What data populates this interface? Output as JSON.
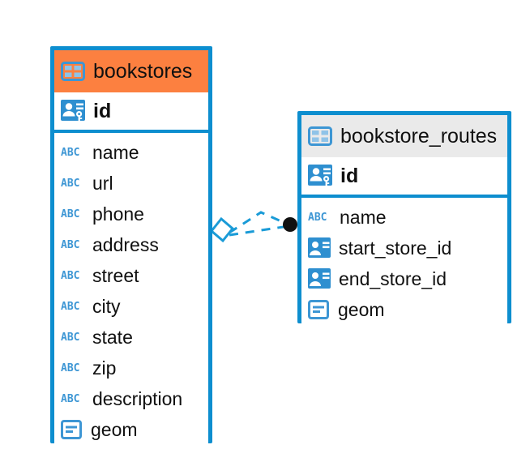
{
  "diagram": {
    "type": "entity-relationship-diagram",
    "colors": {
      "border": "#0d8ecf",
      "header_accent": "#fc8040",
      "header_neutral": "#eaeaea",
      "icon_blue": "#3d96d4",
      "text": "#101010",
      "connector": "#1a9bd7",
      "connector_endpoint": "#111111",
      "background": "#ffffff"
    },
    "entities": [
      {
        "id": "bookstores",
        "title": "bookstores",
        "header_style": "accent",
        "table_icon": "table-icon",
        "primary_key": {
          "label": "id",
          "icon": "primary-key-icon"
        },
        "fields": [
          {
            "label": "name",
            "icon": "abc-icon",
            "type_glyph": "ABC"
          },
          {
            "label": "url",
            "icon": "abc-icon",
            "type_glyph": "ABC"
          },
          {
            "label": "phone",
            "icon": "abc-icon",
            "type_glyph": "ABC"
          },
          {
            "label": "address",
            "icon": "abc-icon",
            "type_glyph": "ABC"
          },
          {
            "label": "street",
            "icon": "abc-icon",
            "type_glyph": "ABC"
          },
          {
            "label": "city",
            "icon": "abc-icon",
            "type_glyph": "ABC"
          },
          {
            "label": "state",
            "icon": "abc-icon",
            "type_glyph": "ABC"
          },
          {
            "label": "zip",
            "icon": "abc-icon",
            "type_glyph": "ABC"
          },
          {
            "label": "description",
            "icon": "abc-icon",
            "type_glyph": "ABC"
          },
          {
            "label": "geom",
            "icon": "geometry-icon",
            "type_glyph": ""
          }
        ]
      },
      {
        "id": "bookstore_routes",
        "title": "bookstore_routes",
        "header_style": "neutral",
        "table_icon": "table-icon",
        "primary_key": {
          "label": "id",
          "icon": "primary-key-icon"
        },
        "fields": [
          {
            "label": "name",
            "icon": "abc-icon",
            "type_glyph": "ABC"
          },
          {
            "label": "start_store_id",
            "icon": "foreign-key-icon",
            "type_glyph": ""
          },
          {
            "label": "end_store_id",
            "icon": "foreign-key-icon",
            "type_glyph": ""
          },
          {
            "label": "geom",
            "icon": "geometry-icon",
            "type_glyph": ""
          }
        ]
      }
    ],
    "relationship": {
      "name": "bookstores-to-bookstore-routes-relationship",
      "style": "dashed",
      "source_marker": "diamond-outline",
      "target_marker": "filled-circle"
    }
  }
}
